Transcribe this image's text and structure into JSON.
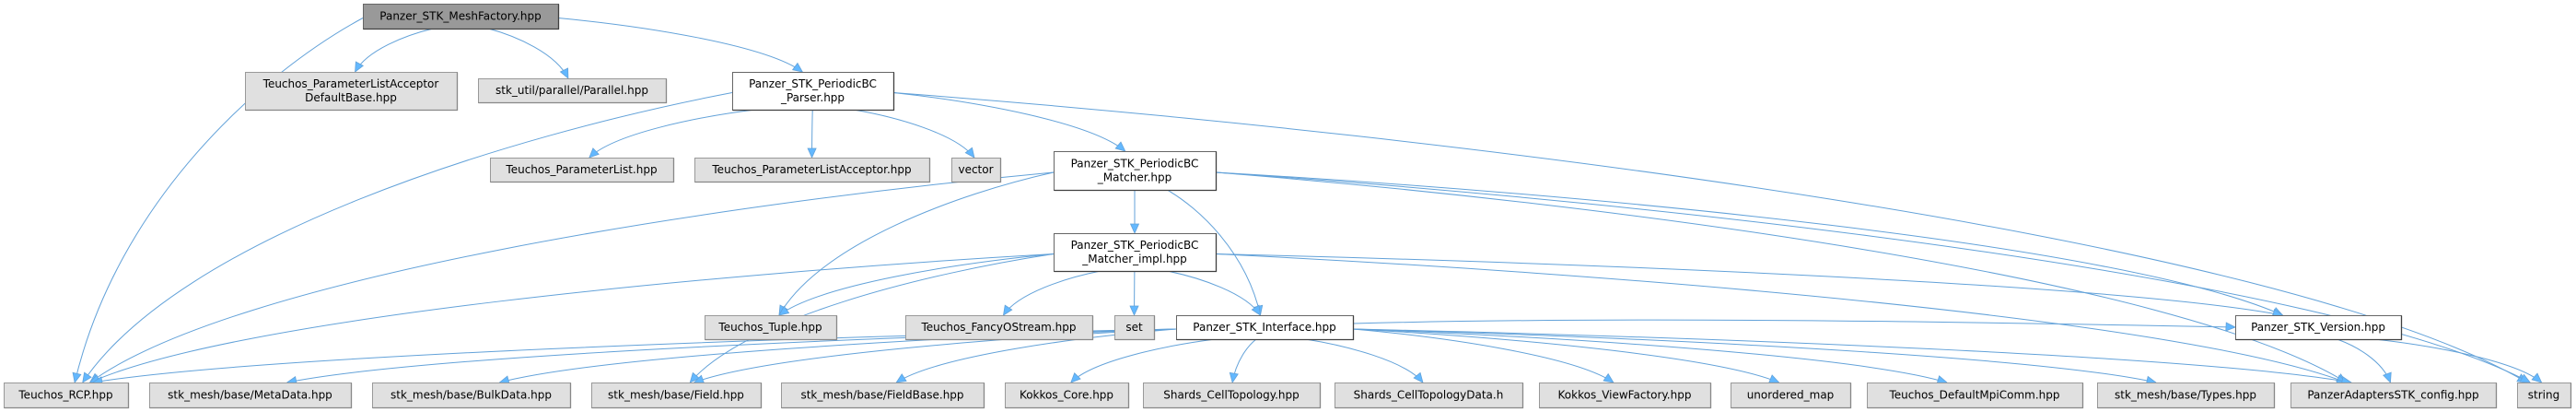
{
  "title": "Panzer_STK_MeshFactory.hpp include dependency graph",
  "colors": {
    "root_fill": "#999999",
    "internal_fill": "#ffffff",
    "external_fill": "#e0e0e0",
    "edge": "#63a2d9",
    "arrowhead": "#63b8ff"
  },
  "nodes": [
    {
      "id": "meshfactory",
      "kind": "root",
      "lines": [
        "Panzer_STK_MeshFactory.hpp"
      ]
    },
    {
      "id": "plad",
      "kind": "external",
      "lines": [
        "Teuchos_ParameterListAcceptor",
        "DefaultBase.hpp"
      ]
    },
    {
      "id": "parallel",
      "kind": "external",
      "lines": [
        "stk_util/parallel/Parallel.hpp"
      ]
    },
    {
      "id": "parser",
      "kind": "internal",
      "lines": [
        "Panzer_STK_PeriodicBC",
        "_Parser.hpp"
      ]
    },
    {
      "id": "paramlist",
      "kind": "external",
      "lines": [
        "Teuchos_ParameterList.hpp"
      ]
    },
    {
      "id": "pla",
      "kind": "external",
      "lines": [
        "Teuchos_ParameterListAcceptor.hpp"
      ]
    },
    {
      "id": "vector",
      "kind": "external",
      "lines": [
        "vector"
      ]
    },
    {
      "id": "matcher",
      "kind": "internal",
      "lines": [
        "Panzer_STK_PeriodicBC",
        "_Matcher.hpp"
      ]
    },
    {
      "id": "matcherimpl",
      "kind": "internal",
      "lines": [
        "Panzer_STK_PeriodicBC",
        "_Matcher_impl.hpp"
      ]
    },
    {
      "id": "tuple",
      "kind": "external",
      "lines": [
        "Teuchos_Tuple.hpp"
      ]
    },
    {
      "id": "fancy",
      "kind": "external",
      "lines": [
        "Teuchos_FancyOStream.hpp"
      ]
    },
    {
      "id": "set",
      "kind": "external",
      "lines": [
        "set"
      ]
    },
    {
      "id": "interface",
      "kind": "internal",
      "lines": [
        "Panzer_STK_Interface.hpp"
      ]
    },
    {
      "id": "version",
      "kind": "internal",
      "lines": [
        "Panzer_STK_Version.hpp"
      ]
    },
    {
      "id": "rcp",
      "kind": "external",
      "lines": [
        "Teuchos_RCP.hpp"
      ]
    },
    {
      "id": "metadata",
      "kind": "external",
      "lines": [
        "stk_mesh/base/MetaData.hpp"
      ]
    },
    {
      "id": "bulkdata",
      "kind": "external",
      "lines": [
        "stk_mesh/base/BulkData.hpp"
      ]
    },
    {
      "id": "field",
      "kind": "external",
      "lines": [
        "stk_mesh/base/Field.hpp"
      ]
    },
    {
      "id": "fieldbase",
      "kind": "external",
      "lines": [
        "stk_mesh/base/FieldBase.hpp"
      ]
    },
    {
      "id": "kokkoscore",
      "kind": "external",
      "lines": [
        "Kokkos_Core.hpp"
      ]
    },
    {
      "id": "celltopo",
      "kind": "external",
      "lines": [
        "Shards_CellTopology.hpp"
      ]
    },
    {
      "id": "celltopodata",
      "kind": "external",
      "lines": [
        "Shards_CellTopologyData.h"
      ]
    },
    {
      "id": "viewfactory",
      "kind": "external",
      "lines": [
        "Kokkos_ViewFactory.hpp"
      ]
    },
    {
      "id": "unorderedmap",
      "kind": "external",
      "lines": [
        "unordered_map"
      ]
    },
    {
      "id": "mpicomm",
      "kind": "external",
      "lines": [
        "Teuchos_DefaultMpiComm.hpp"
      ]
    },
    {
      "id": "types",
      "kind": "external",
      "lines": [
        "stk_mesh/base/Types.hpp"
      ]
    },
    {
      "id": "config",
      "kind": "external",
      "lines": [
        "PanzerAdaptersSTK_config.hpp"
      ]
    },
    {
      "id": "string",
      "kind": "external",
      "lines": [
        "string"
      ]
    }
  ],
  "edges": [
    [
      "meshfactory",
      "rcp"
    ],
    [
      "meshfactory",
      "plad"
    ],
    [
      "meshfactory",
      "parallel"
    ],
    [
      "meshfactory",
      "parser"
    ],
    [
      "parser",
      "rcp"
    ],
    [
      "parser",
      "paramlist"
    ],
    [
      "parser",
      "pla"
    ],
    [
      "parser",
      "vector"
    ],
    [
      "parser",
      "matcher"
    ],
    [
      "parser",
      "string"
    ],
    [
      "matcher",
      "rcp"
    ],
    [
      "matcher",
      "tuple"
    ],
    [
      "matcher",
      "matcherimpl"
    ],
    [
      "matcher",
      "interface"
    ],
    [
      "matcher",
      "version"
    ],
    [
      "matcher",
      "config"
    ],
    [
      "matcher",
      "string"
    ],
    [
      "matcherimpl",
      "rcp"
    ],
    [
      "matcherimpl",
      "tuple"
    ],
    [
      "matcherimpl",
      "fancy"
    ],
    [
      "matcherimpl",
      "set"
    ],
    [
      "matcherimpl",
      "interface"
    ],
    [
      "matcherimpl",
      "version"
    ],
    [
      "matcherimpl",
      "config"
    ],
    [
      "matcherimpl",
      "field"
    ],
    [
      "interface",
      "rcp"
    ],
    [
      "interface",
      "metadata"
    ],
    [
      "interface",
      "bulkdata"
    ],
    [
      "interface",
      "field"
    ],
    [
      "interface",
      "fieldbase"
    ],
    [
      "interface",
      "kokkoscore"
    ],
    [
      "interface",
      "celltopo"
    ],
    [
      "interface",
      "celltopodata"
    ],
    [
      "interface",
      "viewfactory"
    ],
    [
      "interface",
      "unorderedmap"
    ],
    [
      "interface",
      "mpicomm"
    ],
    [
      "interface",
      "types"
    ],
    [
      "interface",
      "config"
    ],
    [
      "interface",
      "version"
    ],
    [
      "version",
      "config"
    ],
    [
      "version",
      "string"
    ]
  ]
}
